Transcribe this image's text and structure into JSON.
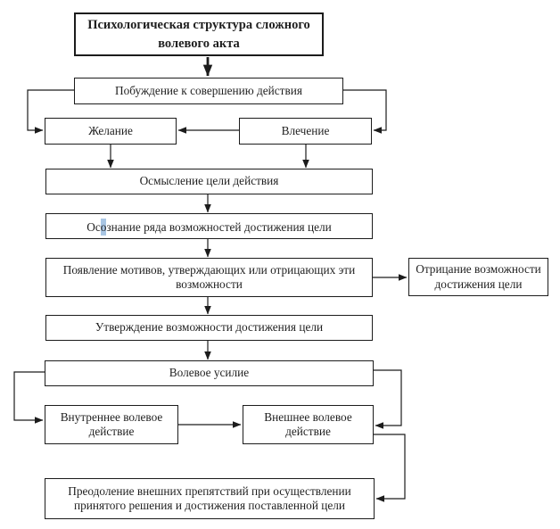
{
  "diagram": {
    "title": "Психологическая структура сложного волевого акта",
    "nodes": {
      "impulse": "Побуждение к совершению действия",
      "desire": "Желание",
      "drive": "Влечение",
      "goal_comprehension": "Осмысление цели действия",
      "awareness": {
        "pre": "Ос",
        "highlight": "о",
        "post": "знание ряда возможностей достижения цели"
      },
      "motives": "Появление мотивов, утверждающих или отрицающих эти возможности",
      "denial": "Отрицание возможности достижения цели",
      "affirmation": "Утверждение возможности достижения цели",
      "effort": "Волевое усилие",
      "internal_action": "Внутреннее волевое действие",
      "external_action": "Внешнее волевое действие",
      "overcoming": "Преодоление внешних препятствий при осуществлении принятого решения и достижения поставленной цели"
    },
    "colors": {
      "line": "#1c1c1c",
      "selection_highlight": "#a9c6e4",
      "background": "#ffffff"
    }
  }
}
